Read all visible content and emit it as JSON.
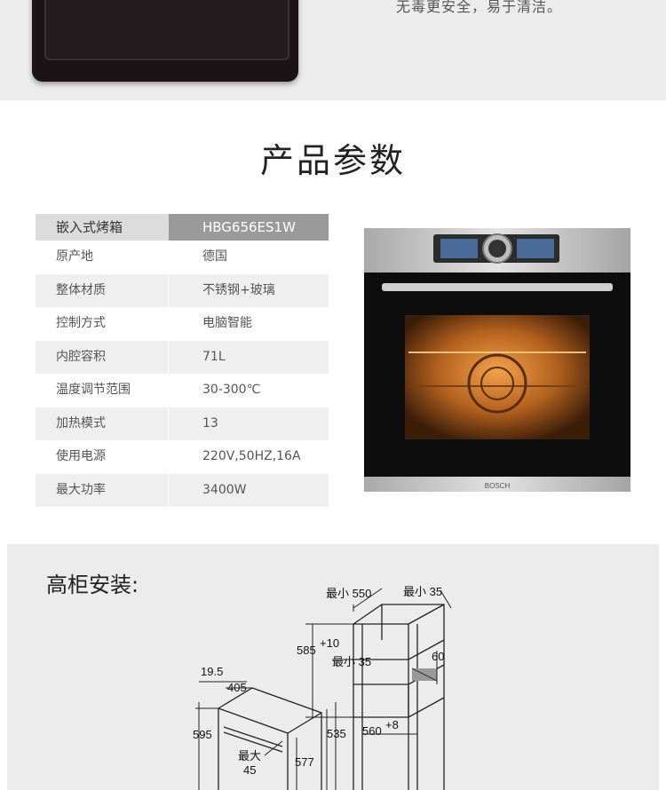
{
  "banner": {
    "text": "无毒更安全，易于清洁。"
  },
  "section_title": "产品参数",
  "specs": {
    "header": {
      "label": "嵌入式烤箱",
      "value": "HBG656ES1W"
    },
    "rows": [
      {
        "label": "原产地",
        "value": "德国"
      },
      {
        "label": "整体材质",
        "value": "不锈钢+玻璃"
      },
      {
        "label": "控制方式",
        "value": "电脑智能"
      },
      {
        "label": "内腔容积",
        "value": "71L"
      },
      {
        "label": "温度调节范围",
        "value": "30-300℃"
      },
      {
        "label": "加热模式",
        "value": "13"
      },
      {
        "label": "使用电源",
        "value": "220V,50HZ,16A"
      },
      {
        "label": "最大功率",
        "value": "3400W"
      }
    ]
  },
  "oven": {
    "brand": "BOSCH"
  },
  "install": {
    "title": "高柜安装:",
    "dims": {
      "min_550": "最小 550",
      "min_35_top": "最小 35",
      "d585": "585",
      "d585_sup": "+10",
      "min_35_mid": "最小 35",
      "d60": "60",
      "d19_5": "19.5",
      "d405": "405",
      "d595": "595",
      "d535": "535",
      "d560": "560",
      "d560_sup": "+8",
      "max_label": "最大",
      "max_45": "45",
      "d577": "577"
    }
  },
  "colors": {
    "banner_bg": "#ececec",
    "spec_header_value_bg": "#9a9a9a",
    "spec_alt_row_bg": "#efefef",
    "install_bg": "#ececec"
  }
}
